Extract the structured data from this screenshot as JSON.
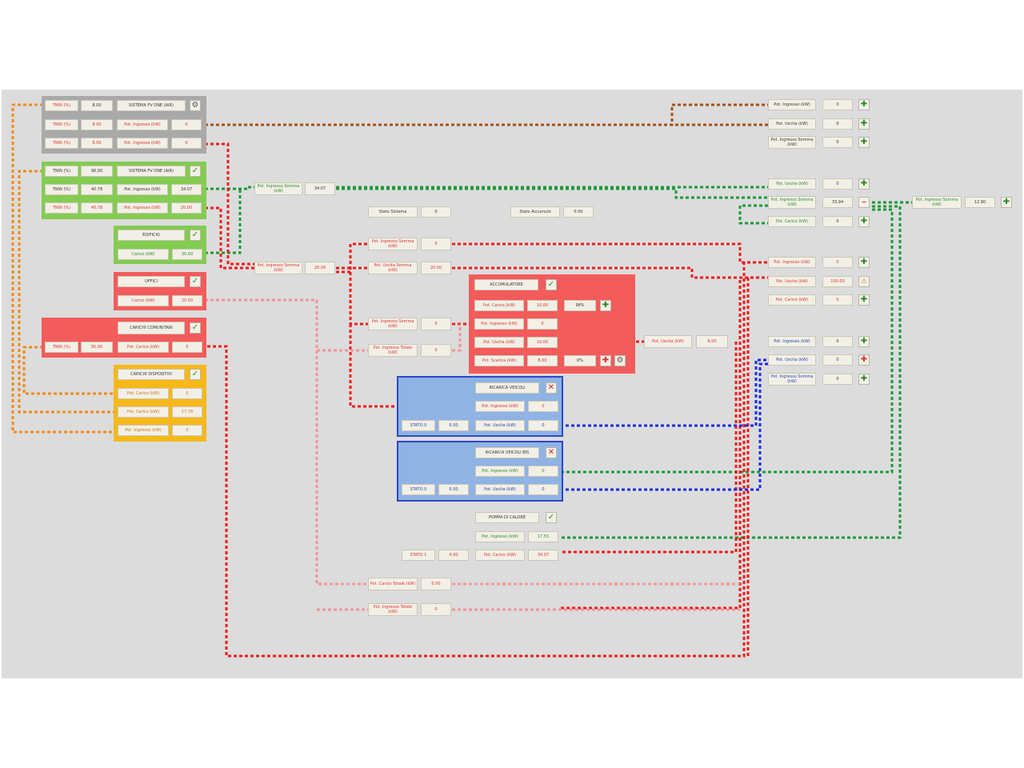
{
  "panels": {
    "gray": {
      "row1": {
        "label": "TNIN (%)",
        "value": "8.00",
        "header": "SISTEMA FV ONE (AIR)"
      },
      "row2": {
        "label": "TNIN (%)",
        "value": "8.00",
        "label2": "Pot. Ingresso (kW)",
        "value2": "0"
      },
      "row3": {
        "label": "TNIN (%)",
        "value": "8.00",
        "label2": "Pot. Ingresso (kW)",
        "value2": "0"
      }
    },
    "green": {
      "row1": {
        "label": "TNIN (%)",
        "value": "96.00",
        "header": "SISTEMA FV ONE (AIR)"
      },
      "row2": {
        "label": "TNIN (%)",
        "value": "40.78",
        "label2": "Pot. Ingresso (kW)",
        "value2": "34.07"
      },
      "row3": {
        "label": "TNIN (%)",
        "value": "40.78",
        "label2": "Pot. Ingresso (kW)",
        "value2": "20.00"
      }
    },
    "green_small": {
      "header": "EDIFICIO",
      "label": "Carico (kW)",
      "value": "30.00"
    },
    "red_small": {
      "header": "UFFICI",
      "label": "Carico (kW)",
      "value": "20.00"
    },
    "red_wide": {
      "header": "CARICHI COMUNITARI",
      "label": "TNIN (%)",
      "value": "95.00",
      "label2": "Pot. Carico (kW)",
      "value2": "0"
    },
    "yellow": {
      "header": "CARICHI DISPOSITIVI",
      "rows": [
        {
          "label": "Pot. Carico (kW)",
          "value": "0"
        },
        {
          "label": "Pot. Carico (kW)",
          "value": "17.78"
        },
        {
          "label": "Pot. Ingresso (kW)",
          "value": "0"
        }
      ]
    },
    "accumulo": {
      "header": "ACCUMULATORE",
      "rows": [
        {
          "label": "Pot. Carica (kW)",
          "value": "10.00"
        },
        {
          "label": "Pot. Ingresso (kW)",
          "value": "0"
        },
        {
          "label": "Pot. Uscita (kW)",
          "value": "10.00"
        },
        {
          "label": "Pot. Scarica (kW)",
          "value": "8.00"
        }
      ],
      "soc_top": "98%",
      "soc_bottom": "0%"
    },
    "blue1": {
      "header": "RICARICA VEICOLI",
      "row1": {
        "label": "Pot. Ingresso (kW)",
        "value": "0"
      },
      "row2": {
        "status": "STATO 0",
        "value": "0.00",
        "label": "Pot. Uscita (kW)",
        "value2": "0"
      }
    },
    "blue2": {
      "header": "RICARICA VEICOLI BIS",
      "row1": {
        "label": "Pot. Ingresso (kW)",
        "value": "0"
      },
      "row2": {
        "status": "STATO 0",
        "value": "0.00",
        "label": "Pot. Uscita (kW)",
        "value2": "0"
      }
    },
    "pompa": {
      "header": "POMPA DI CALORE",
      "row1": {
        "label": "Pot. Ingresso (kW)",
        "value": "17.55"
      },
      "row2": {
        "status": "STATO 1",
        "value": "4.00",
        "label": "Pot. Carico (kW)",
        "value2": "34.07"
      }
    }
  },
  "midnodes": {
    "n1": {
      "label": "Pot. Ingresso Somma (kW)",
      "value": "34.07"
    },
    "n2": {
      "label": "Pot. Ingresso Somma (kW)",
      "value": "20.00"
    },
    "n3": {
      "label": "Stato Sistema",
      "value": "0"
    },
    "n4": {
      "label": "Stato Accumulo",
      "value": "0.00"
    },
    "n5": {
      "label": "Pot. Ingresso Somma (kW)",
      "value": "0"
    },
    "n6": {
      "label": "Pot. Uscita Somma (kW)",
      "value": "20.00"
    },
    "n7": {
      "label": "Pot. Ingresso Somma (kW)",
      "value": "0"
    },
    "n8": {
      "label": "Pot. Ingresso Totale (kW)",
      "value": "0"
    },
    "n9": {
      "label": "Pot. Uscita (kW)",
      "value": "8.00"
    },
    "n10": {
      "label": "Pot. Carico Totale (kW)",
      "value": "0.00"
    },
    "n11": {
      "label": "Pot. Ingresso Totale (kW)",
      "value": "0"
    }
  },
  "right": [
    {
      "label": "Pot. Ingresso (kW)",
      "value": "0",
      "icon": "plus"
    },
    {
      "label": "Pot. Uscita (kW)",
      "value": "0",
      "icon": "plus"
    },
    {
      "label": "Pot. Ingresso Somma (kW)",
      "value": "0",
      "icon": "plus"
    },
    {
      "label": "Pot. Uscita (kW)",
      "value": "0",
      "icon": "plus"
    },
    {
      "label": "Pot. Ingresso Somma (kW)",
      "value": "33.94",
      "icon": "minus"
    },
    {
      "label": "Pot. Carico (kW)",
      "value": "0",
      "icon": "plus"
    },
    {
      "label": "Pot. Ingresso (kW)",
      "value": "0",
      "icon": "plus"
    },
    {
      "label": "Pot. Uscita (kW)",
      "value": "100.00",
      "icon": "warn"
    },
    {
      "label": "Pot. Carico (kW)",
      "value": "0",
      "icon": "plus"
    },
    {
      "label": "Pot. Ingresso (kW)",
      "value": "0",
      "icon": "plus"
    },
    {
      "label": "Pot. Uscita (kW)",
      "value": "0",
      "icon": "plusr"
    },
    {
      "label": "Pot. Ingresso Somma (kW)",
      "value": "0",
      "icon": "plus"
    }
  ],
  "far_right": {
    "label": "Pot. Ingresso Somma (kW)",
    "value": "12.90"
  },
  "colors": {
    "orange": "#f08a1c",
    "brown": "#a0521a",
    "red": "#ee1c1c",
    "green": "#1a9a3a",
    "pink": "#f2949a",
    "blue": "#1c2ee0"
  }
}
